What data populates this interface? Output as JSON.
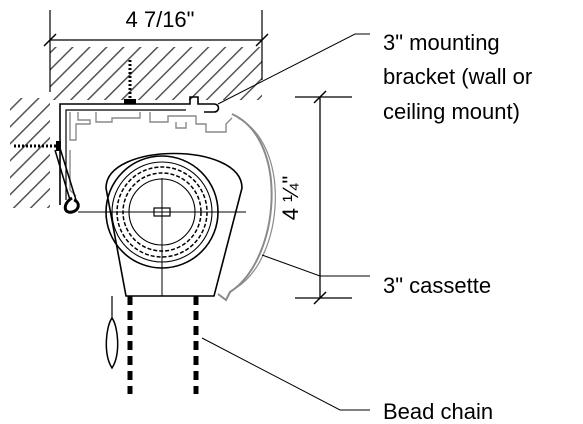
{
  "dimensions": {
    "width_label": "4 7/16\"",
    "height_label": "4 ¼\""
  },
  "callouts": {
    "bracket_line1": "3\" mounting",
    "bracket_line2": "bracket (wall or",
    "bracket_line3": "ceiling mount)",
    "cassette": "3\" cassette",
    "bead_chain": "Bead chain"
  }
}
